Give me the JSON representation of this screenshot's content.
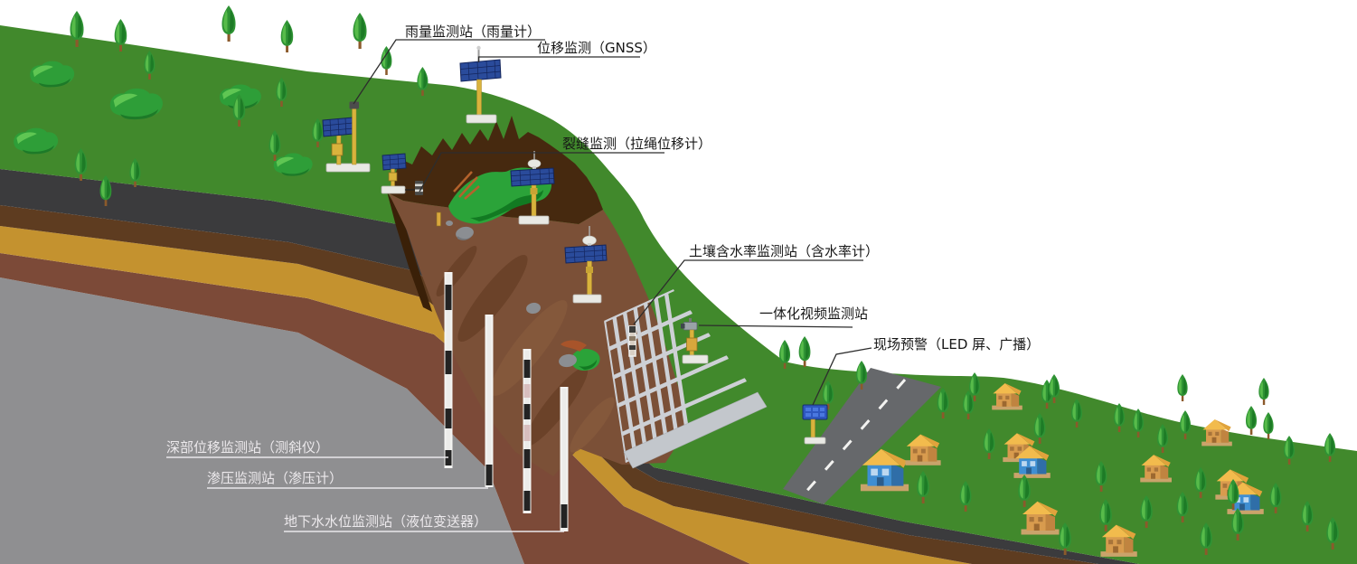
{
  "diagram": {
    "type": "landslide-monitoring-scene",
    "labels": {
      "rain_station": "雨量监测站（雨量计）",
      "gnss_displacement": "位移监测（GNSS）",
      "crack_monitor": "裂缝监测（拉绳位移计）",
      "soil_moisture_station": "土壤含水率监测站（含水率计）",
      "video_station": "一体化视频监测站",
      "onsite_alert": "现场预警（LED 屏、广播）",
      "deep_displacement_station": "深部位移监测站（测斜仪）",
      "seepage_station": "渗压监测站（渗压计）",
      "groundwater_station": "地下水水位监测站（液位变送器）"
    },
    "colors": {
      "sky": "#ffffff",
      "grass": "#41892c",
      "scarp_dark_brown": "#46290f",
      "slide_brown": "#7b5037",
      "band_black": "#3b3b3d",
      "band_dark_brown": "#5e3c20",
      "band_gold": "#c4922f",
      "band_red_brown": "#7c4a38",
      "bedrock_gray": "#8f8f91",
      "road_gray": "#66686b",
      "lattice_gray": "#cdd0d5",
      "solar_panel_blue": "#2a4b9b",
      "pole_yellow": "#d9b33c",
      "led_panel_blue": "#2e57c0",
      "label_dark": "#161616",
      "label_light": "#ece9ec"
    }
  }
}
